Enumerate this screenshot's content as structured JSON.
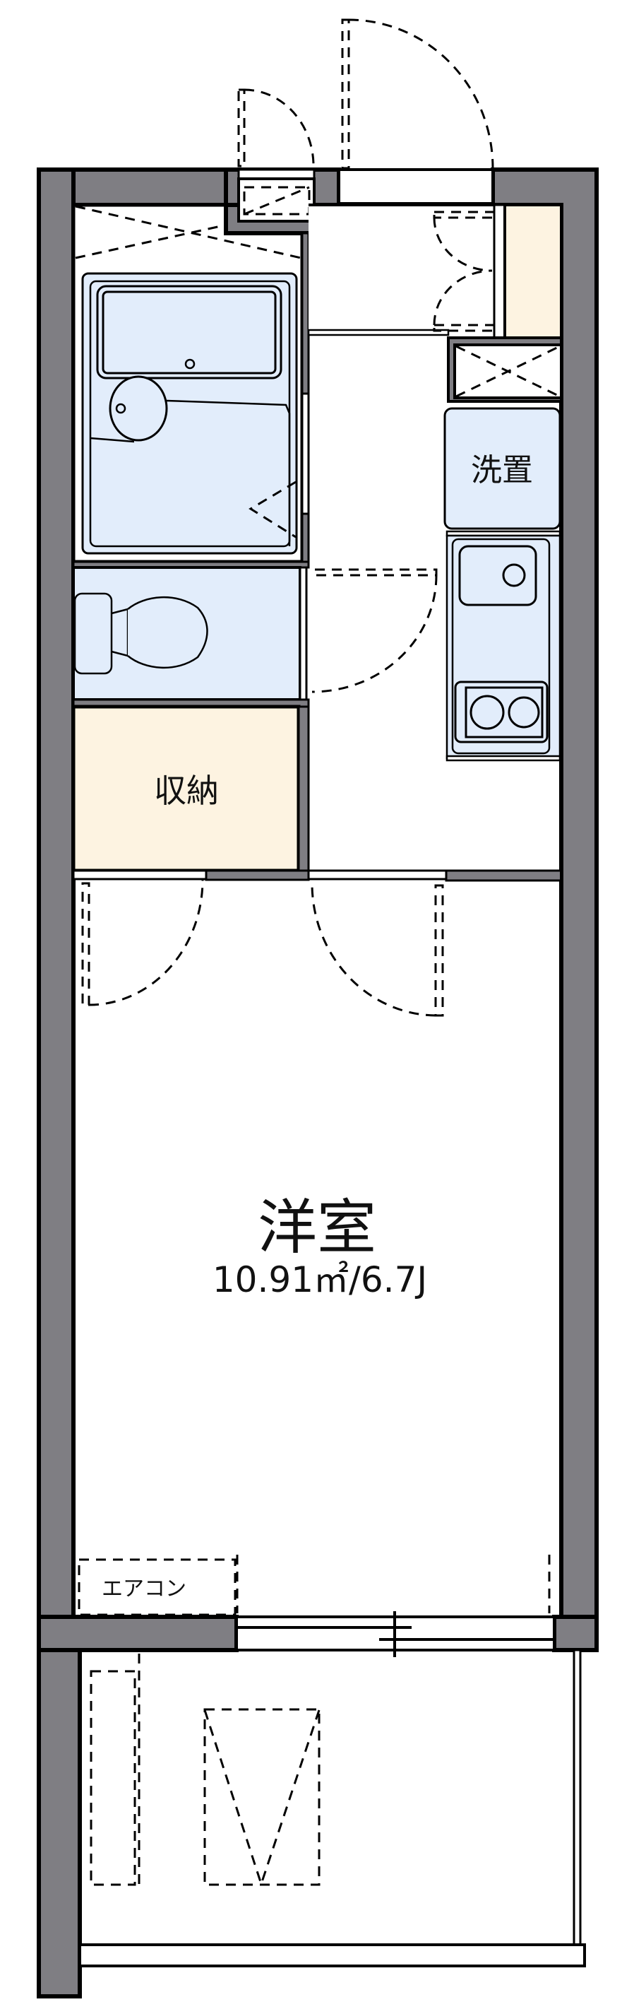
{
  "floorplan": {
    "rooms": {
      "western_room": {
        "label": "洋室",
        "area": "10.91㎡/6.7J"
      },
      "storage": {
        "label": "収納"
      },
      "washer_space": {
        "label": "洗置"
      },
      "air_conditioner": {
        "label": "エアコン"
      }
    },
    "colors": {
      "wall": "#7f7e83",
      "fixture_blue": "#e2edfb",
      "storage_cream": "#fdf3e1",
      "background": "#ffffff"
    }
  }
}
